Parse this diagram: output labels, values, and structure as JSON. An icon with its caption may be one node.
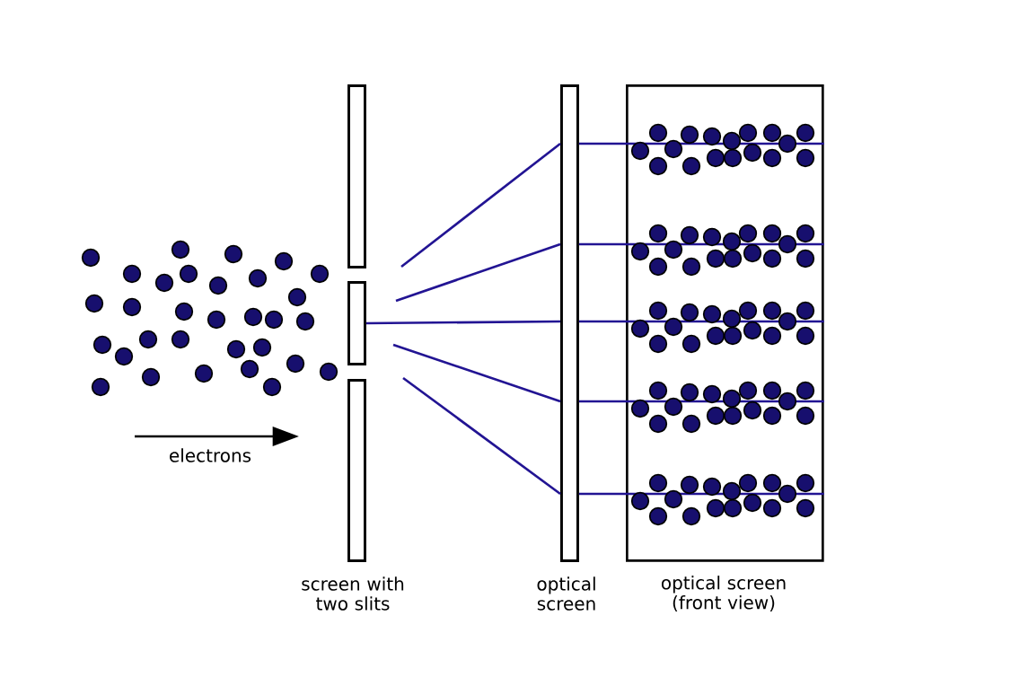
{
  "diagram": {
    "nodes": [
      {
        "text": [],
        "shape": "bar"
      },
      {
        "text": [],
        "shape": "bar"
      },
      {
        "text": [],
        "shape": "bar",
        "beside": [
          "screen with two slits"
        ]
      },
      {
        "text": [],
        "shape": "bar",
        "beside": [
          "optical screen"
        ]
      },
      {
        "text": [],
        "shape": "box",
        "beside": [
          "optical screen (front view)"
        ]
      }
    ],
    "edges": [
      {
        "from": null,
        "to": 3,
        "arrow": "none"
      },
      {
        "from": null,
        "to": 3,
        "arrow": "none"
      },
      {
        "from": 1,
        "to": 3,
        "arrow": "none"
      },
      {
        "from": null,
        "to": 3,
        "arrow": "none"
      },
      {
        "from": null,
        "to": 3,
        "arrow": "none"
      },
      {
        "from": 3,
        "to": 4,
        "arrow": "none"
      },
      {
        "from": 3,
        "to": 4,
        "arrow": "none"
      },
      {
        "from": 3,
        "to": 4,
        "arrow": "none"
      },
      {
        "from": 3,
        "to": 4,
        "arrow": "none"
      },
      {
        "from": 3,
        "to": 4,
        "arrow": "none"
      }
    ],
    "labels": [
      "electrons"
    ]
  }
}
